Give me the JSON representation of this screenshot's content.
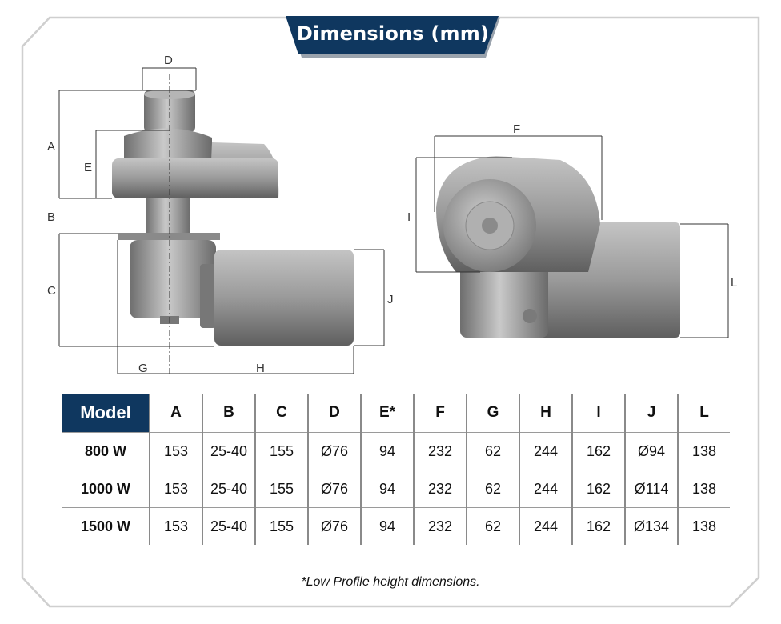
{
  "title": "Dimensions (mm)",
  "diagram_labels": {
    "side_view": {
      "A": "A",
      "B": "B",
      "C": "C",
      "D": "D",
      "E": "E",
      "G": "G",
      "H": "H",
      "J": "J"
    },
    "front_view": {
      "F": "F",
      "I": "I",
      "L": "L"
    }
  },
  "table": {
    "headers": [
      "Model",
      "A",
      "B",
      "C",
      "D",
      "E*",
      "F",
      "G",
      "H",
      "I",
      "J",
      "L"
    ],
    "rows": [
      [
        "800 W",
        "153",
        "25-40",
        "155",
        "Ø76",
        "94",
        "232",
        "62",
        "244",
        "162",
        "Ø94",
        "138"
      ],
      [
        "1000 W",
        "153",
        "25-40",
        "155",
        "Ø76",
        "94",
        "232",
        "62",
        "244",
        "162",
        "Ø114",
        "138"
      ],
      [
        "1500 W",
        "153",
        "25-40",
        "155",
        "Ø76",
        "94",
        "232",
        "62",
        "244",
        "162",
        "Ø134",
        "138"
      ]
    ]
  },
  "footnote": "*Low Profile height dimensions.",
  "colors": {
    "banner": "#0f375f",
    "frame": "#c8c8c8",
    "metal": "#8f8f8f"
  }
}
